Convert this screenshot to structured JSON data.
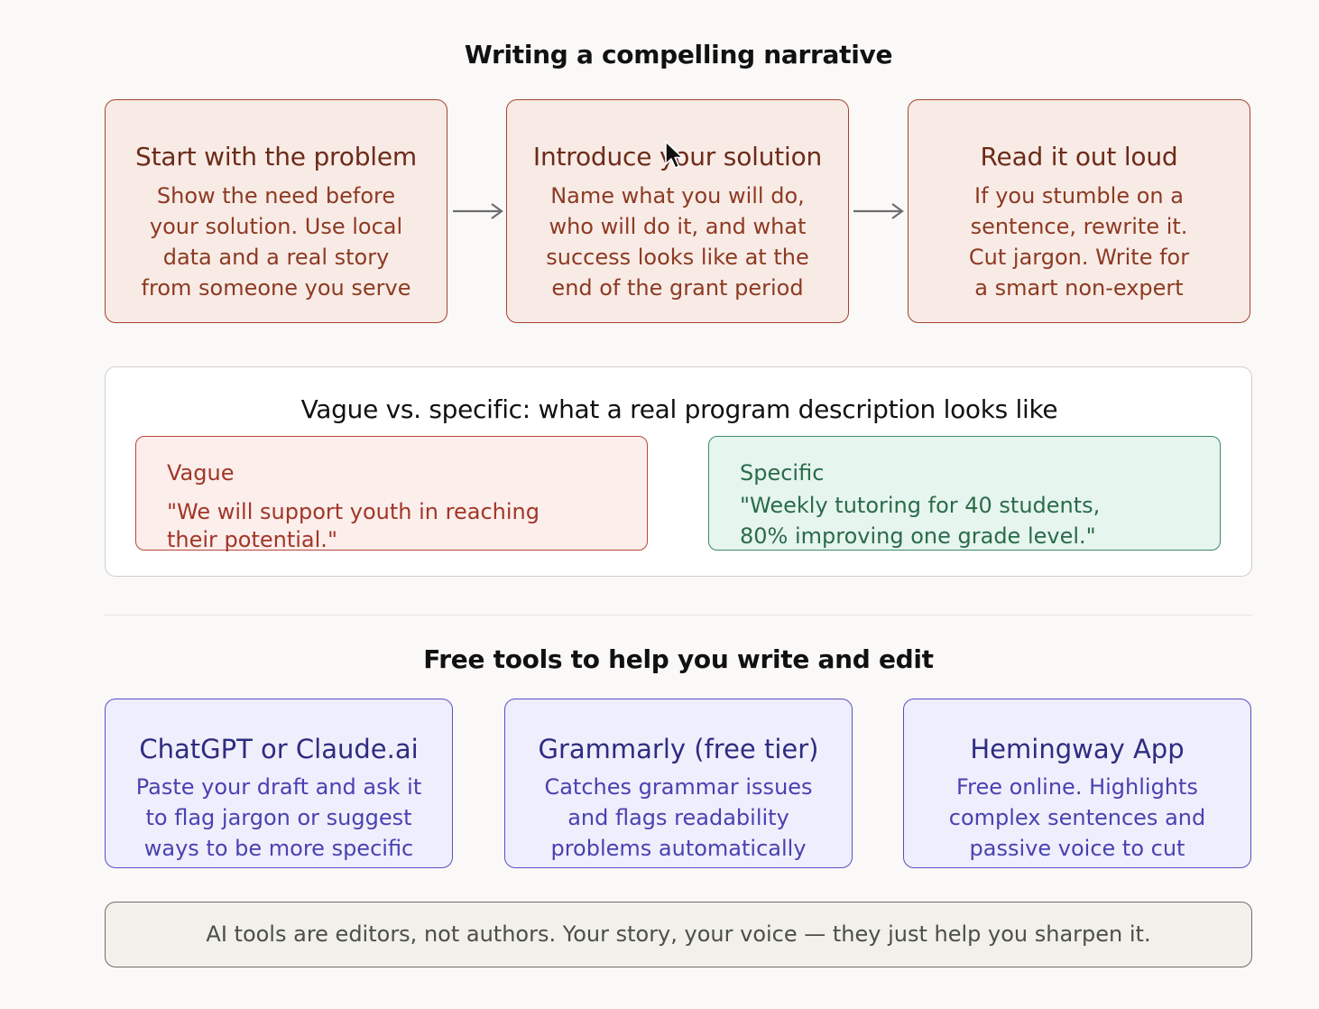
{
  "section1": {
    "title": "Writing a compelling narrative",
    "steps": [
      {
        "title": "Start with the problem",
        "body": [
          "Show the need before",
          "your solution. Use local",
          "data and a real story",
          "from someone you serve"
        ]
      },
      {
        "title": "Introduce your solution",
        "body": [
          "Name what you will do,",
          "who will do it, and what",
          "success looks like at the",
          "end of the grant period"
        ]
      },
      {
        "title": "Read it out loud",
        "body": [
          "If you stumble on a",
          "sentence, rewrite it.",
          "Cut jargon. Write for",
          "a smart non-expert"
        ]
      }
    ]
  },
  "comparison": {
    "title": "Vague vs. specific: what a real program description looks like",
    "vague": {
      "label": "Vague",
      "quote": [
        "\"We will support youth in reaching",
        "their potential.\""
      ]
    },
    "specific": {
      "label": "Specific",
      "quote": [
        "\"Weekly tutoring for 40 students,",
        "80% improving one grade level.\""
      ]
    }
  },
  "tools": {
    "title": "Free tools to help you write and edit",
    "items": [
      {
        "title": "ChatGPT or Claude.ai",
        "body": [
          "Paste your draft and ask it",
          "to flag jargon or suggest",
          "ways to be more specific"
        ]
      },
      {
        "title": "Grammarly (free tier)",
        "body": [
          "Catches grammar issues",
          "and flags readability",
          "problems automatically"
        ]
      },
      {
        "title": "Hemingway App",
        "body": [
          "Free online. Highlights",
          "complex sentences and",
          "passive voice to cut"
        ]
      }
    ]
  },
  "footer": {
    "note": "AI tools are editors, not authors. Your story, your voice — they just help you sharpen it."
  },
  "colors": {
    "page_background": "#faf9f7",
    "step_card_fill": "#f8ebe6",
    "step_card_border": "#a5442f",
    "tool_card_fill": "#efeefc",
    "tool_card_border": "#5a4fc4",
    "vague_fill": "#fbeeeb",
    "specific_fill": "#e6f5ee"
  },
  "icons": {
    "arrow": "right-arrow-icon",
    "cursor": "mouse-pointer-icon"
  }
}
